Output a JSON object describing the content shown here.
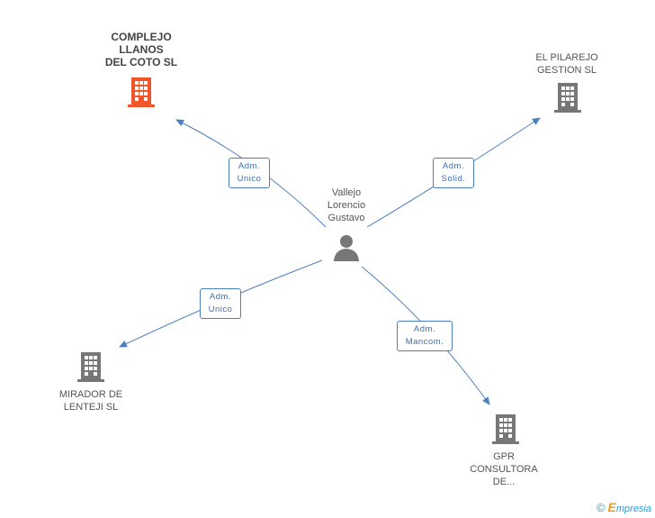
{
  "colors": {
    "line": "#4a7fc1",
    "main_building": "#f0562a",
    "building": "#777777",
    "person": "#777777"
  },
  "center": {
    "label": "Vallejo\nLorencio\nGustavo",
    "icon": "person-icon"
  },
  "companies": [
    {
      "label": "COMPLEJO\nLLANOS\nDEL COTO SL",
      "icon": "building-icon",
      "main": true
    },
    {
      "label": "EL PILAREJO\nGESTION SL",
      "icon": "building-icon"
    },
    {
      "label": "MIRADOR DE\nLENTEJI SL",
      "icon": "building-icon"
    },
    {
      "label": "GPR\nCONSULTORA\nDE...",
      "icon": "building-icon"
    }
  ],
  "roles": [
    {
      "label": "Adm.\nUnico"
    },
    {
      "label": "Adm.\nSolid."
    },
    {
      "label": "Adm.\nUnico"
    },
    {
      "label": "Adm.\nMancom."
    }
  ],
  "footer": {
    "copyright": "©",
    "brand_initial": "E",
    "brand_rest": "mpresia"
  }
}
